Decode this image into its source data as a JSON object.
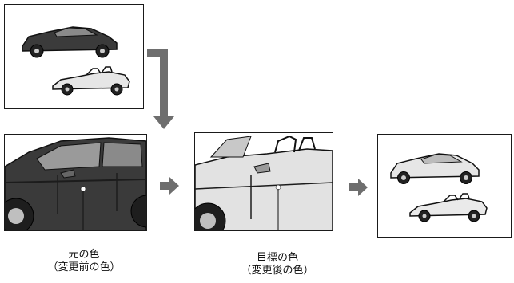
{
  "original_label": {
    "line1": "元の色",
    "line2": "（変更前の色）"
  },
  "target_label": {
    "line1": "目標の色",
    "line2": "（変更後の色）"
  }
}
